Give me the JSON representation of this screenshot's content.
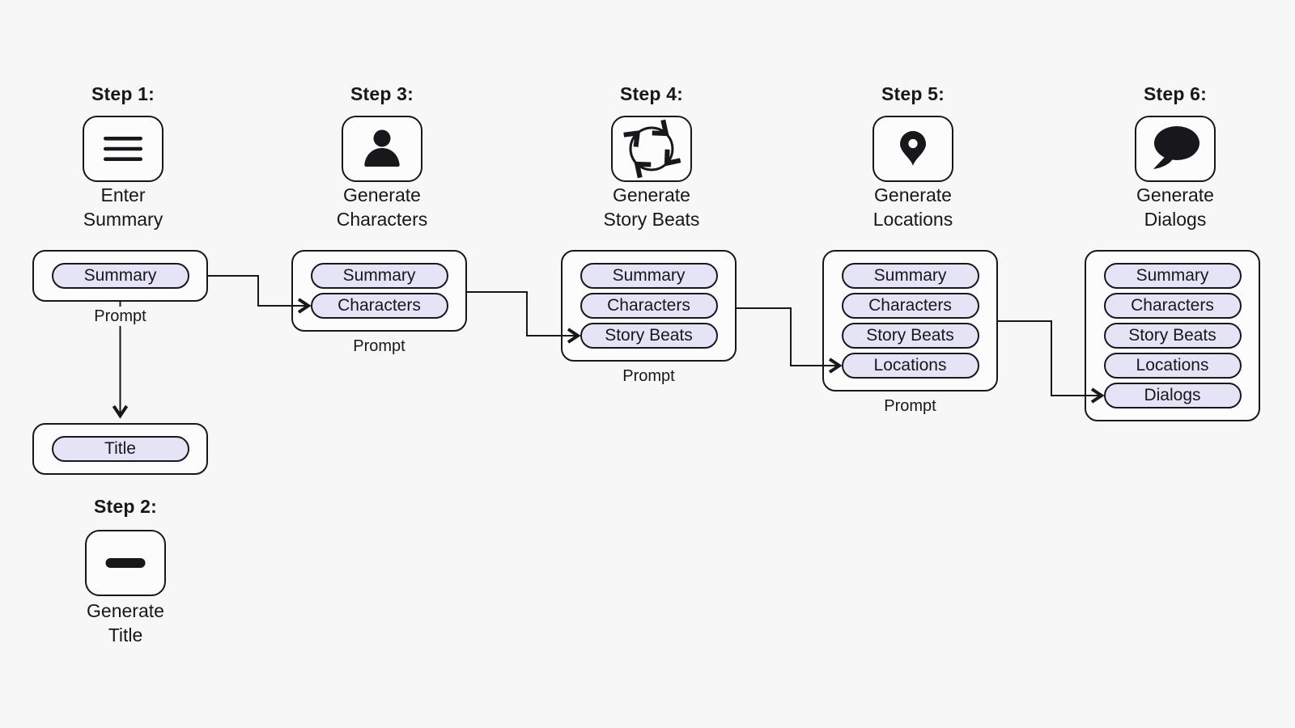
{
  "colors": {
    "background": "#f7f7f8",
    "box_fill": "#fcfcfd",
    "pill_fill": "#e5e4f6",
    "stroke": "#17171c"
  },
  "columns": [
    {
      "header": "Step 1:",
      "icon": "hamburger-icon",
      "caption": [
        "Enter",
        "Summary"
      ],
      "box": {
        "pills": [
          "Summary"
        ],
        "label": "Prompt"
      }
    },
    {
      "header": "Step 3:",
      "icon": "person-icon",
      "caption": [
        "Generate",
        "Characters"
      ],
      "box": {
        "pills": [
          "Summary",
          "Characters"
        ],
        "label": "Prompt"
      }
    },
    {
      "header": "Step 4:",
      "icon": "cycle-icon",
      "caption": [
        "Generate",
        "Story Beats"
      ],
      "box": {
        "pills": [
          "Summary",
          "Characters",
          "Story Beats"
        ],
        "label": "Prompt"
      }
    },
    {
      "header": "Step 5:",
      "icon": "pin-icon",
      "caption": [
        "Generate",
        "Locations"
      ],
      "box": {
        "pills": [
          "Summary",
          "Characters",
          "Story Beats",
          "Locations"
        ],
        "label": "Prompt"
      }
    },
    {
      "header": "Step 6:",
      "icon": "speech-bubble-icon",
      "caption": [
        "Generate",
        "Dialogs"
      ],
      "box": {
        "pills": [
          "Summary",
          "Characters",
          "Story Beats",
          "Locations",
          "Dialogs"
        ],
        "label": ""
      }
    }
  ],
  "step2": {
    "header": "Step 2:",
    "icon": "dash-icon",
    "caption": [
      "Generate",
      "Title"
    ],
    "box": {
      "pills": [
        "Title"
      ]
    }
  },
  "flow": [
    {
      "from": "Step 1 Summary prompt",
      "to": "Step 2 Title"
    },
    {
      "from": "Step 1 Summary prompt",
      "to": "Step 3 Characters"
    },
    {
      "from": "Step 3 prompt",
      "to": "Step 4 Story Beats"
    },
    {
      "from": "Step 4 prompt",
      "to": "Step 5 Locations"
    },
    {
      "from": "Step 5 prompt",
      "to": "Step 6 Dialogs"
    }
  ]
}
